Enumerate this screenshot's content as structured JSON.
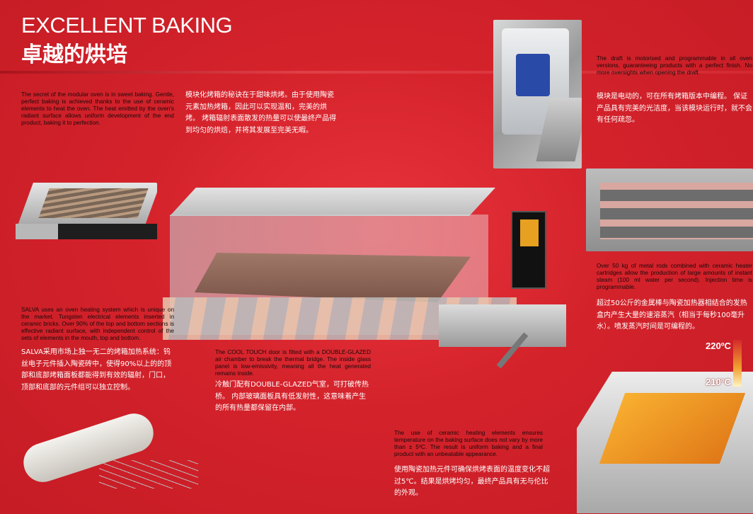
{
  "header": {
    "title_en": "EXCELLENT BAKING",
    "title_zh": "卓越的烘培"
  },
  "blocks": {
    "intro": {
      "en": "The secret of the modular oven is in sweet baking. Gentle, perfect baking is achieved thanks to the use of ceramic elements to heat the oven. The heat emitted by the oven's radiant surface allows uniform development of the end product, baking it to perfection.",
      "zh": "模块化烤箱的秘诀在于甜味烘烤。由于使用陶瓷元素加热烤箱，因此可以实现温和，完美的烘烤。 烤箱辐射表面散发的热量可以使最终产品得到均匀的烘焙，并将其发展至完美无暇。"
    },
    "draft": {
      "en": "The draft is motorised and programmable in all oven versions, guaranteeing products with a perfect finish. No more oversights when opening the draft.",
      "zh": "模块是电动的，可在所有烤箱版本中编程。 保证产品具有完美的光洁度，当该模块运行时，就不会有任何疏忽。"
    },
    "steam": {
      "en": "Over 50 kg of metal rods combined with ceramic heater cartridges allow the production of large amounts of instant steam (100 ml water per second). Injection time is programmable.",
      "zh": "超过50公斤的金属棒与陶瓷加热器相结合的发热盒内产生大量的速溶蒸汽（相当于每秒100毫升水）。喷发蒸汽时间是可编程的。"
    },
    "heating": {
      "en": "SALVA uses an oven heating system which is unique on the market. Tungsten electrical elements inserted in ceramic bricks. Over 90% of the top and bottom sections is effective radiant surface, with independent control of the sets of elements in the mouth, top and bottom.",
      "zh": "SALVA采用市场上独一无二的烤箱加热系统：钨丝电子元件插入陶瓷砖中，使得90%以上的的顶部和底部烤箱面板都能得到有效的辐射，门口，顶部和底部的元件组可以独立控制。"
    },
    "door": {
      "en": "The COOL TOUCH door is fitted with a DOUBLE-GLAZED air chamber to break the thermal bridge. The inside glass panel is low-emissivity, meaning all the heat generated remains inside.",
      "zh": "冷触门配有DOUBLE-GLAZED气室，可打破传热桥。 内部玻璃面板具有低发射性，这意味着产生的所有热量都保留在内部。"
    },
    "ceramic": {
      "en": "The use of ceramic heating elements ensures temperature on the baking surface does not vary by more than ± 5ºC. The result is uniform baking and a final product with an unbeatable appearance.",
      "zh": "使用陶瓷加热元件可确保烘烤表面的温度变化不超过5℃。结果是烘烤均匀，最终产品具有无与伦比的外观。"
    }
  },
  "temperature_scale": {
    "high": "220ºC",
    "low": "210ºC"
  },
  "colors": {
    "background": "#d4222b",
    "accent_orange": "#f0a030"
  }
}
